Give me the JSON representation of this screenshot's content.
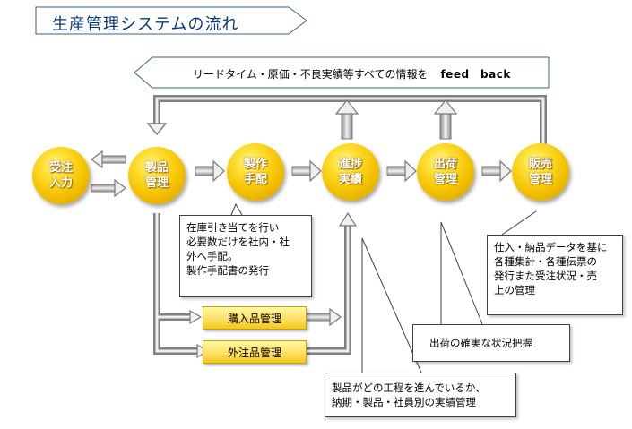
{
  "title": "生産管理システムの流れ",
  "feedback": {
    "text": "リードタイム・原価・不良実績等すべての情報を",
    "emphasis": "feed　back"
  },
  "nodes": [
    {
      "id": "order",
      "line1": "受注",
      "line2": "入力"
    },
    {
      "id": "product",
      "line1": "製品",
      "line2": "管理"
    },
    {
      "id": "production",
      "line1": "製作",
      "line2": "手配"
    },
    {
      "id": "progress",
      "line1": "進捗",
      "line2": "実績"
    },
    {
      "id": "shipping",
      "line1": "出荷",
      "line2": "管理"
    },
    {
      "id": "sales",
      "line1": "販売",
      "line2": "管理"
    }
  ],
  "sub_boxes": {
    "purchase": "購入品管理",
    "outsource": "外注品管理"
  },
  "callouts": {
    "production": [
      "在庫引き当てを行い",
      "必要数だけを社内・社",
      "外へ手配。",
      "製作手配書の発行"
    ],
    "sales": [
      "仕入・納品データを基に",
      "各種集計・各種伝票の",
      "発行また受注状況・売",
      "上の管理"
    ],
    "shipping": [
      "出荷の確実な状況把握"
    ],
    "progress": [
      "製品がどの工程を進んでいるか、",
      "納期・製品・社員別の実績管理"
    ]
  },
  "colors": {
    "node_yellow": "#f5c400",
    "arrow_gray": "#9a9a9a",
    "title_blue": "#0d3a7a"
  }
}
